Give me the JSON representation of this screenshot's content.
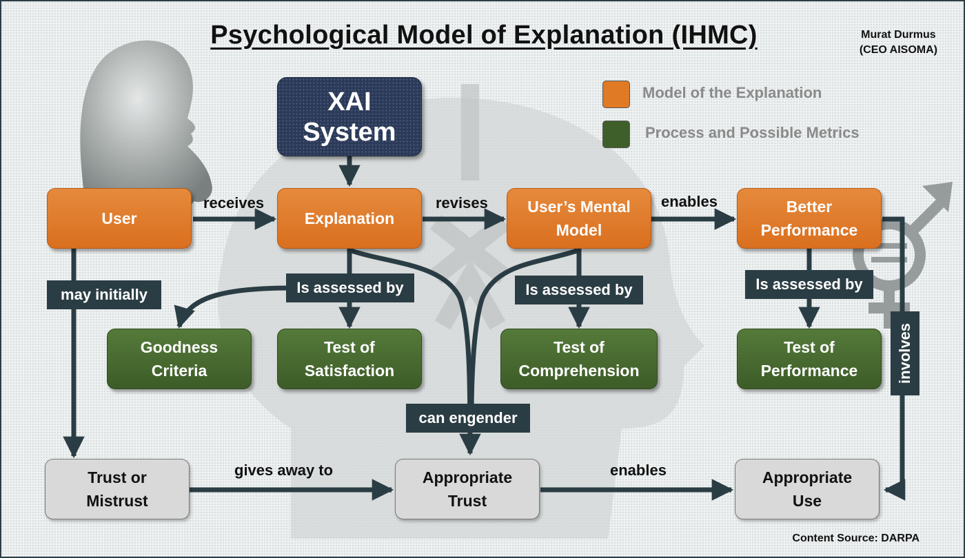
{
  "title": "Psychological Model of Explanation (IHMC)",
  "author": [
    "Murat Durmus",
    "(CEO AISOMA)"
  ],
  "source": "Content Source: DARPA",
  "legend": [
    {
      "label": "Model of the Explanation",
      "color": "#d9752a"
    },
    {
      "label": "Process and Possible Metrics",
      "color": "#476b30"
    }
  ],
  "nodes": {
    "xai": [
      "XAI",
      "System"
    ],
    "user": "User",
    "explanation": "Explanation",
    "mental_model": [
      "User’s Mental",
      "Model"
    ],
    "better_performance": [
      "Better",
      "Performance"
    ],
    "goodness": [
      "Goodness",
      "Criteria"
    ],
    "satisfaction": [
      "Test of",
      "Satisfaction"
    ],
    "comprehension": [
      "Test of",
      "Comprehension"
    ],
    "performance": [
      "Test of",
      "Performance"
    ],
    "trust_mistrust": [
      "Trust or",
      "Mistrust"
    ],
    "appropriate_trust": [
      "Appropriate",
      "Trust"
    ],
    "appropriate_use": [
      "Appropriate",
      "Use"
    ]
  },
  "edge_labels": {
    "receives": "receives",
    "revises": "revises",
    "enables_top": "enables",
    "may_initially": "may initially",
    "assessed_1": "Is assessed by",
    "assessed_2": "Is assessed by",
    "assessed_3": "Is assessed by",
    "can_engender": "can engender",
    "gives_away": "gives away to",
    "enables_bottom": "enables",
    "involves": "involves"
  },
  "colors": {
    "orange": "#d9752a",
    "green": "#476b30",
    "navy": "#2b3a58",
    "tag": "#2b3d44",
    "gray": "#d9d9d9",
    "arrow": "#2b3d44"
  }
}
